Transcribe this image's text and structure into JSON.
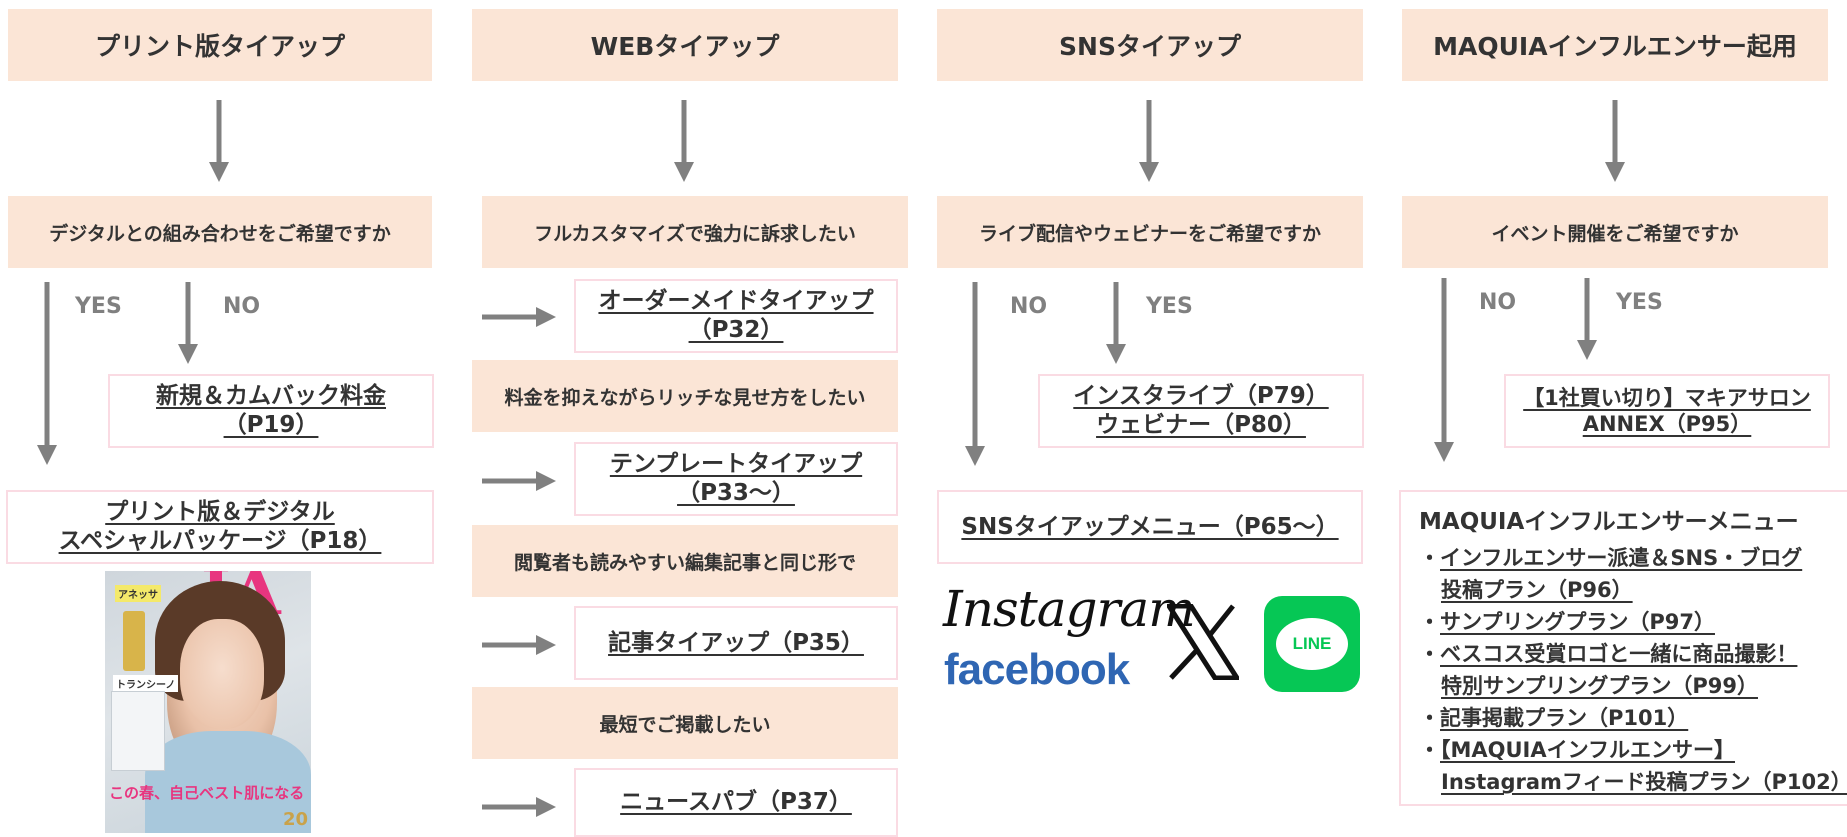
{
  "columns": [
    {
      "header": "プリント版タイアップ",
      "question": "デジタルとの組み合わせをご希望ですか"
    },
    {
      "header": "WEBタイアップ",
      "question": "フルカスタマイズで強力に訴求したい"
    },
    {
      "header": "SNSタイアップ",
      "question": "ライブ配信やウェビナーをご希望ですか"
    },
    {
      "header": "MAQUIAインフルエンサー起用",
      "question": "イベント開催をご希望ですか"
    }
  ],
  "print": {
    "yes": "YES",
    "no": "NO",
    "new_line1": "新規＆カムバック料金",
    "new_line2": "（P19）",
    "pkg_line1": "プリント版＆デジタル",
    "pkg_line2": "スペシャルパッケージ（P18）"
  },
  "web": {
    "order_line1": "オーダーメイドタイアップ",
    "order_line2": "（P32）",
    "q2": "料金を抑えながらリッチな見せ方をしたい",
    "template_line1": "テンプレートタイアップ",
    "template_line2": "（P33～）",
    "q3": "閲覧者も読みやすい編集記事と同じ形で",
    "article": "記事タイアップ（P35）",
    "q4": "最短でご掲載したい",
    "news": "ニュースパブ（P37）"
  },
  "sns": {
    "no": "NO",
    "yes": "YES",
    "live_line1": "インスタライブ（P79）",
    "live_line2": "ウェビナー（P80）",
    "menu": "SNSタイアップメニュー（P65～）",
    "logo_instagram": "Instagram",
    "logo_facebook": "facebook",
    "logo_line": "LINE"
  },
  "infl": {
    "no": "NO",
    "yes": "YES",
    "salon_line1": "【1社買い切り】マキアサロン",
    "salon_line2": "ANNEX（P95）",
    "menu_title": "MAQUIAインフルエンサーメニュー",
    "items": [
      "インフルエンサー派遣＆SNS・ブログ",
      "投稿プラン（P96）",
      "サンプリングプラン（P97）",
      "ベスコス受賞ロゴと一緒に商品撮影！",
      "特別サンプリングプラン（P99）",
      "記事掲載プラン（P101）",
      "【MAQUIAインフルエンサー】",
      "Instagramフィード投稿プラン（P102）"
    ]
  },
  "cover": {
    "masthead": "IA",
    "promo1": "アネッサ",
    "promo2": "トランシーノ",
    "headline": "この春、自己ベスト肌になる",
    "anniv": "20"
  },
  "colors": {
    "header_bg": "#fbe5d6",
    "link_border": "#fadbe3",
    "arrow": "#808080"
  }
}
